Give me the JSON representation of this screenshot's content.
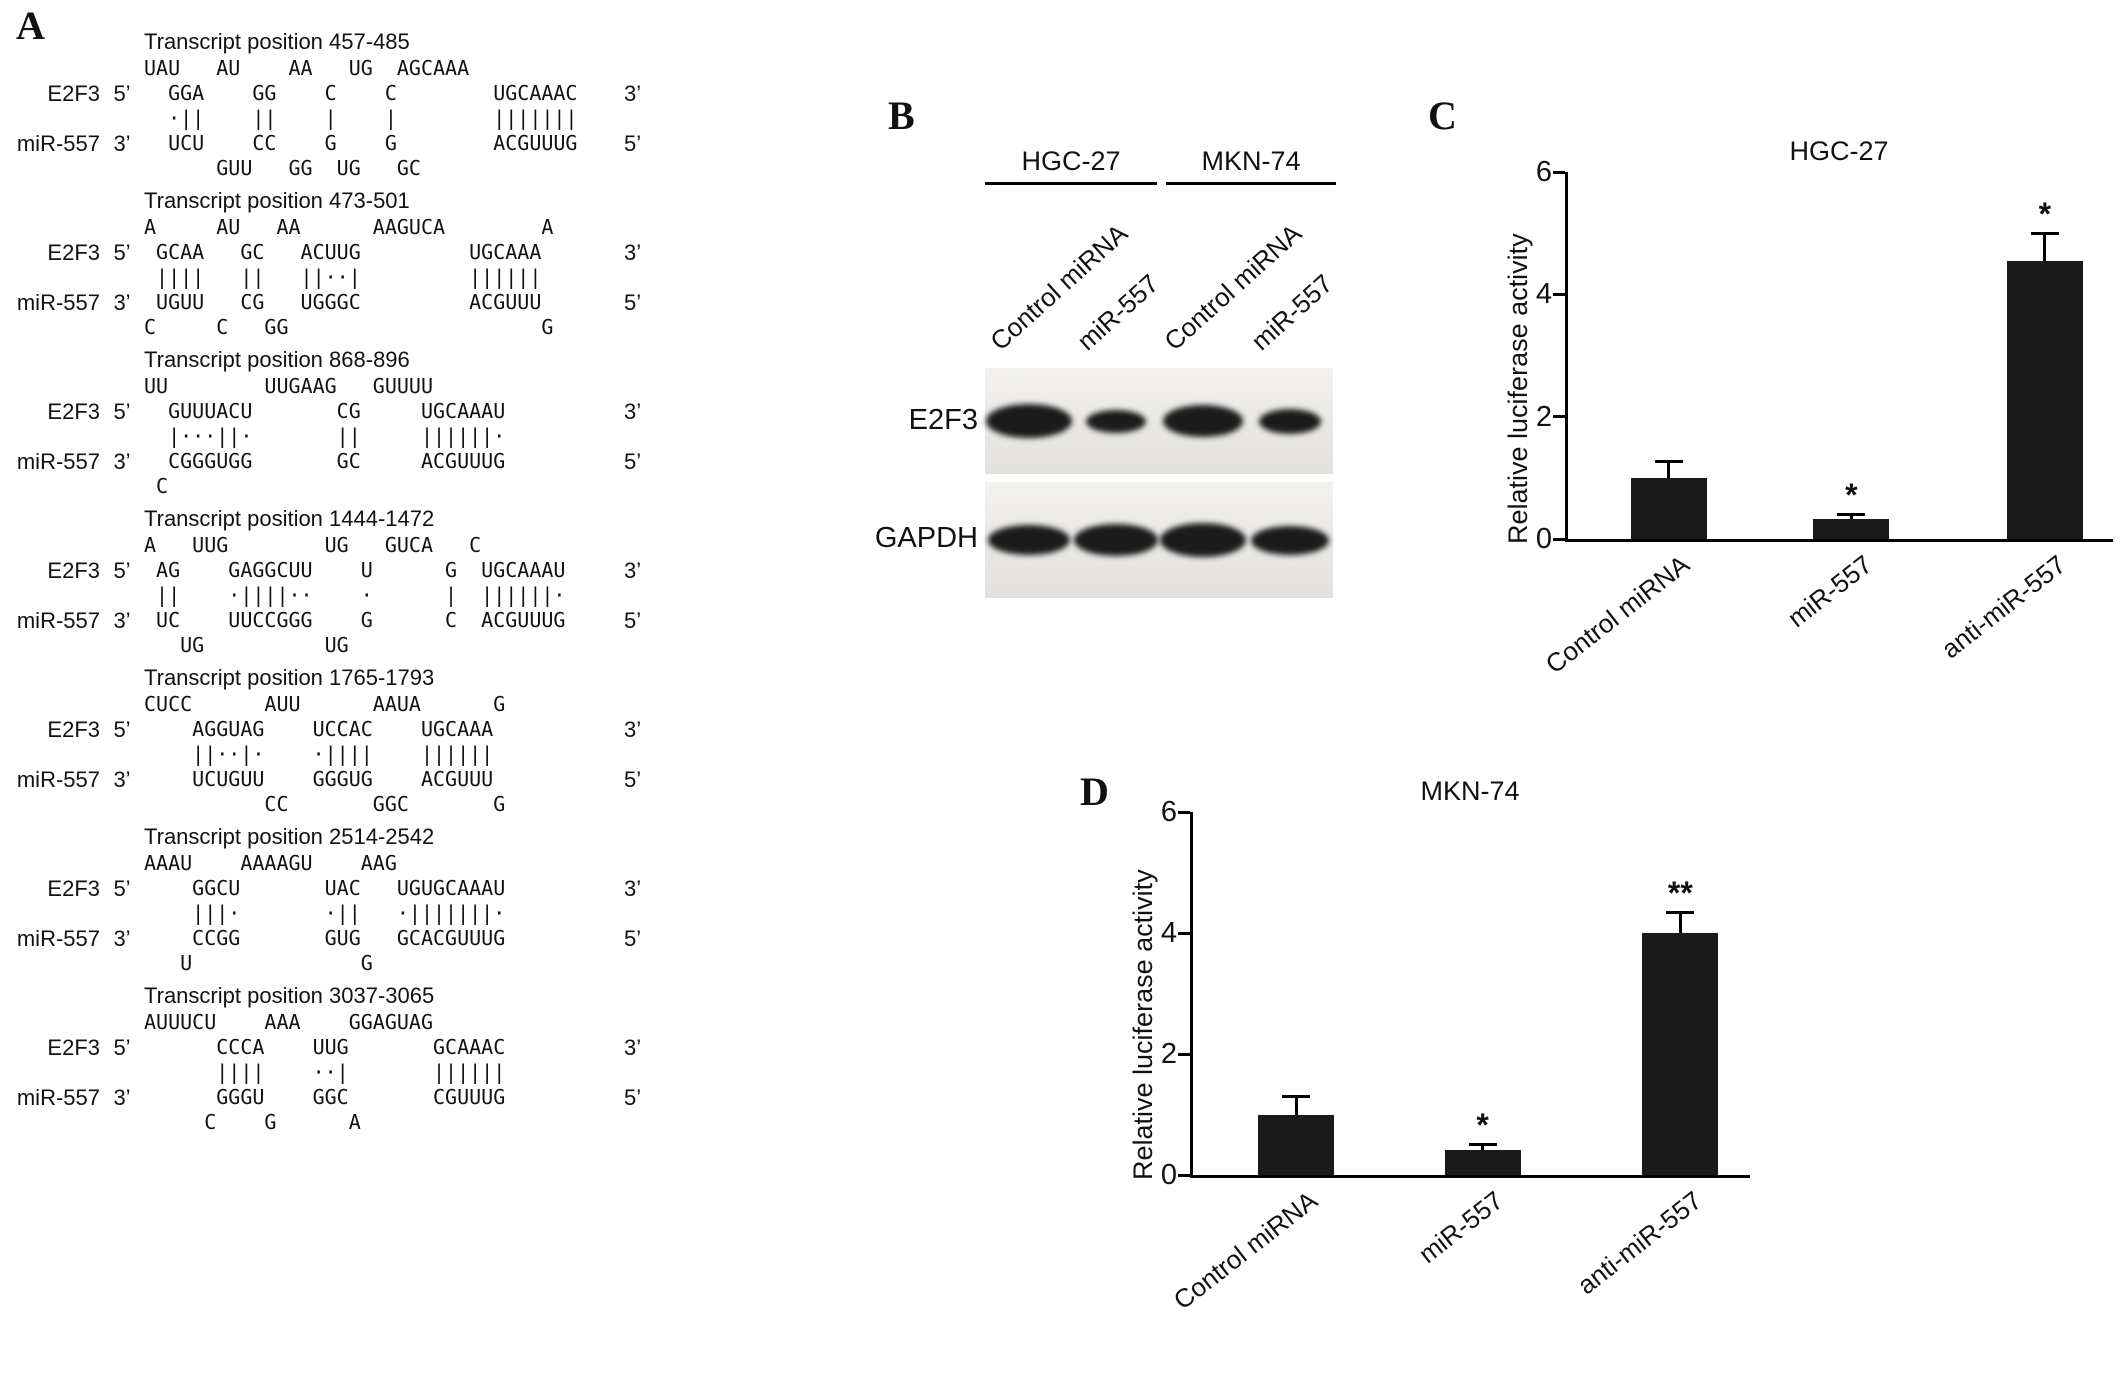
{
  "panel_labels": {
    "A": "A",
    "B": "B",
    "C": "C",
    "D": "D"
  },
  "panelA": {
    "seq_labels": {
      "e2f3": "E2F3",
      "mir": "miR-557",
      "p5": "5’",
      "p3": "3’"
    },
    "blocks": [
      {
        "title": "Transcript position 457-485",
        "top": "UAU   AU    AA   UG  AGCAAA",
        "e2f3": "  GGA    GG    C    C        UGCAAAC",
        "bonds": "  ·||    ||    |    |        |||||||",
        "mir": "  UCU    CC    G    G        ACGUUUG",
        "bottom": "      GUU   GG  UG   GC"
      },
      {
        "title": "Transcript position 473-501",
        "top": "A     AU   AA      AAGUCA        A",
        "e2f3": " GCAA   GC   ACUUG         UGCAAA",
        "bonds": " ||||   ||   ||··|         ||||||",
        "mir": " UGUU   CG   UGGGC         ACGUUU",
        "bottom": "C     C   GG                     G"
      },
      {
        "title": "Transcript position 868-896",
        "top": "UU        UUGAAG   GUUUU",
        "e2f3": "  GUUUACU       CG     UGCAAAU",
        "bonds": "  |···||·       ||     ||||||·",
        "mir": "  CGGGUGG       GC     ACGUUUG",
        "bottom": " C"
      },
      {
        "title": "Transcript position 1444-1472",
        "top": "A   UUG        UG   GUCA   C",
        "e2f3": " AG    GAGGCUU    U      G  UGCAAAU",
        "bonds": " ||    ·||||··    ·      |  ||||||·",
        "mir": " UC    UUCCGGG    G      C  ACGUUUG",
        "bottom": "   UG          UG"
      },
      {
        "title": "Transcript position 1765-1793",
        "top": "CUCC      AUU      AAUA      G",
        "e2f3": "    AGGUAG    UCCAC    UGCAAA",
        "bonds": "    ||··|·    ·||||    ||||||",
        "mir": "    UCUGUU    GGGUG    ACGUUU",
        "bottom": "          CC       GGC       G"
      },
      {
        "title": "Transcript position 2514-2542",
        "top": "AAAU    AAAAGU    AAG",
        "e2f3": "    GGCU       UAC   UGUGCAAAU",
        "bonds": "    |||·       ·||   ·|||||||·",
        "mir": "    CCGG       GUG   GCACGUUUG",
        "bottom": "   U              G"
      },
      {
        "title": "Transcript position 3037-3065",
        "top": "AUUUCU    AAA    GGAGUAG",
        "e2f3": "      CCCA    UUG       GCAAAC",
        "bonds": "      ||||    ··|       ||||||",
        "mir": "      GGGU    GGC       CGUUUG",
        "bottom": "     C    G      A"
      }
    ]
  },
  "panelB": {
    "groups": [
      {
        "name": "HGC-27"
      },
      {
        "name": "MKN-74"
      }
    ],
    "lanes": [
      "Control miRNA",
      "miR-557",
      "Control miRNA",
      "miR-557"
    ],
    "rows": [
      {
        "label": "E2F3",
        "band_widths": [
          86,
          60,
          80,
          62
        ],
        "band_heights": [
          34,
          23,
          32,
          25
        ]
      },
      {
        "label": "GAPDH",
        "band_widths": [
          82,
          84,
          86,
          78
        ],
        "band_heights": [
          30,
          32,
          34,
          29
        ]
      }
    ]
  },
  "chart_data": [
    {
      "type": "bar",
      "title": "HGC-27",
      "ylabel": "Relative luciferase activity",
      "categories": [
        "Control miRNA",
        "miR-557",
        "anti-miR-557"
      ],
      "values": [
        1.0,
        0.33,
        4.55
      ],
      "errors": [
        0.27,
        0.08,
        0.45
      ],
      "annotations": [
        "",
        "*",
        "*"
      ],
      "ylim": [
        0,
        6
      ],
      "yticks": [
        0,
        2,
        4,
        6
      ],
      "bar_color": "#1a1a1a"
    },
    {
      "type": "bar",
      "title": "MKN-74",
      "ylabel": "Relative luciferase activity",
      "categories": [
        "Control miRNA",
        "miR-557",
        "anti-miR-557"
      ],
      "values": [
        1.0,
        0.42,
        4.0
      ],
      "errors": [
        0.3,
        0.1,
        0.35
      ],
      "annotations": [
        "",
        "*",
        "**"
      ],
      "ylim": [
        0,
        6
      ],
      "yticks": [
        0,
        2,
        4,
        6
      ],
      "bar_color": "#1a1a1a"
    }
  ]
}
